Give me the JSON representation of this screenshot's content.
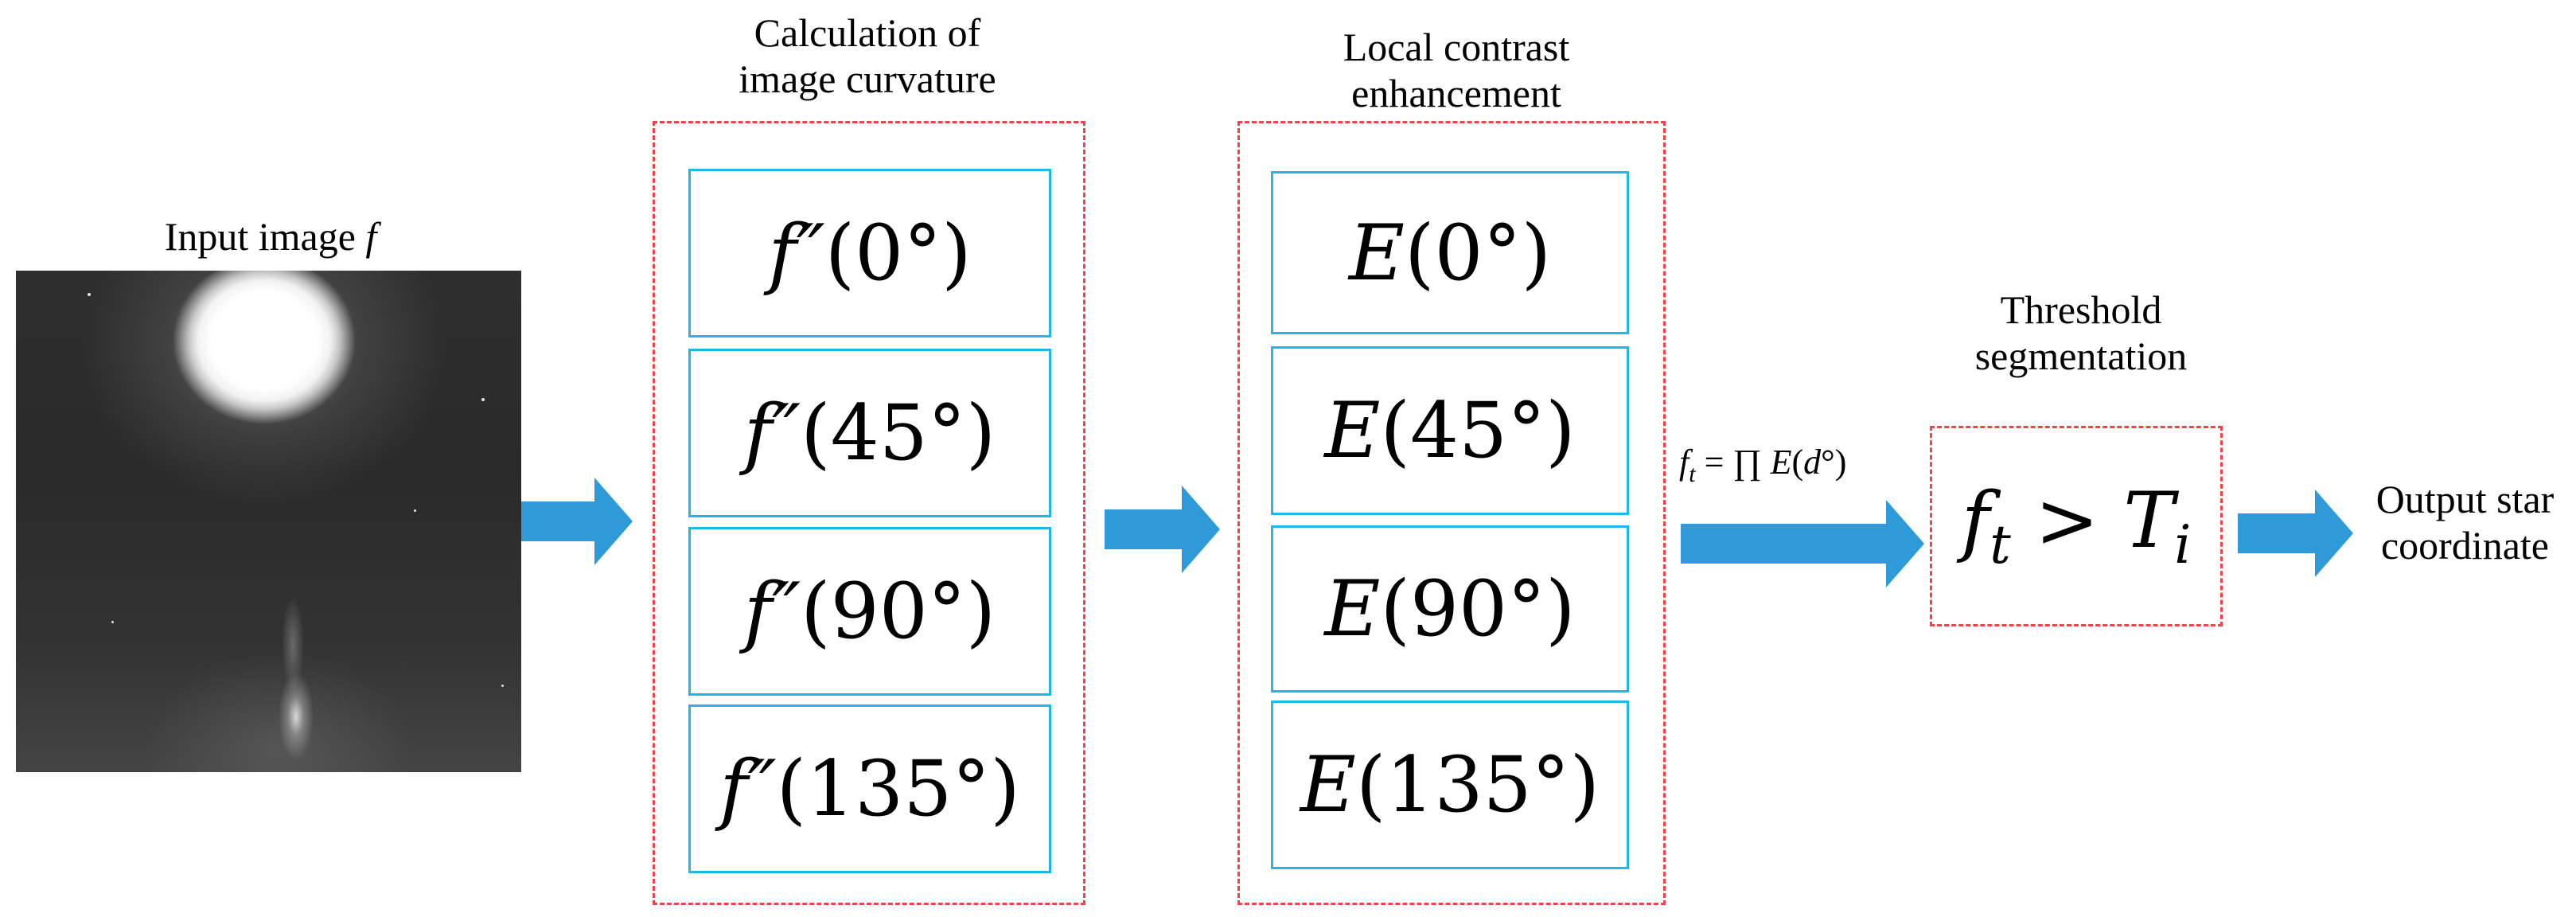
{
  "input": {
    "caption_prefix": "Input image",
    "caption_symbol": "f"
  },
  "curvature": {
    "caption_line1": "Calculation of",
    "caption_line2": "image curvature",
    "items": [
      {
        "fn": "f″",
        "arg": "(0°)"
      },
      {
        "fn": "f″",
        "arg": "(45°)"
      },
      {
        "fn": "f″",
        "arg": "(90°)"
      },
      {
        "fn": "f″",
        "arg": "(135°)"
      }
    ]
  },
  "enhancement": {
    "caption_line1": "Local contrast",
    "caption_line2": "enhancement",
    "items": [
      {
        "fn": "E",
        "arg": "(0°)"
      },
      {
        "fn": "E",
        "arg": "(45°)"
      },
      {
        "fn": "E",
        "arg": "(90°)"
      },
      {
        "fn": "E",
        "arg": "(135°)"
      }
    ]
  },
  "product_formula": {
    "lhs": "f",
    "lhs_sub": "t",
    "rhs_op": " = ∏ ",
    "rhs_fn": "E",
    "rhs_arg_open": "(",
    "rhs_arg_var": "d",
    "rhs_arg_close": "°)"
  },
  "threshold": {
    "caption_line1": "Threshold",
    "caption_line2": "segmentation",
    "lhs": "f",
    "lhs_sub": "t",
    "op": " > ",
    "rhs": "T",
    "rhs_sub": "i"
  },
  "output": {
    "caption_line1": "Output star",
    "caption_line2": "coordinate"
  },
  "colors": {
    "arrow": "#2e9ad8",
    "dashed_frame": "#f0434a",
    "box_border": "#1fb8e8"
  }
}
